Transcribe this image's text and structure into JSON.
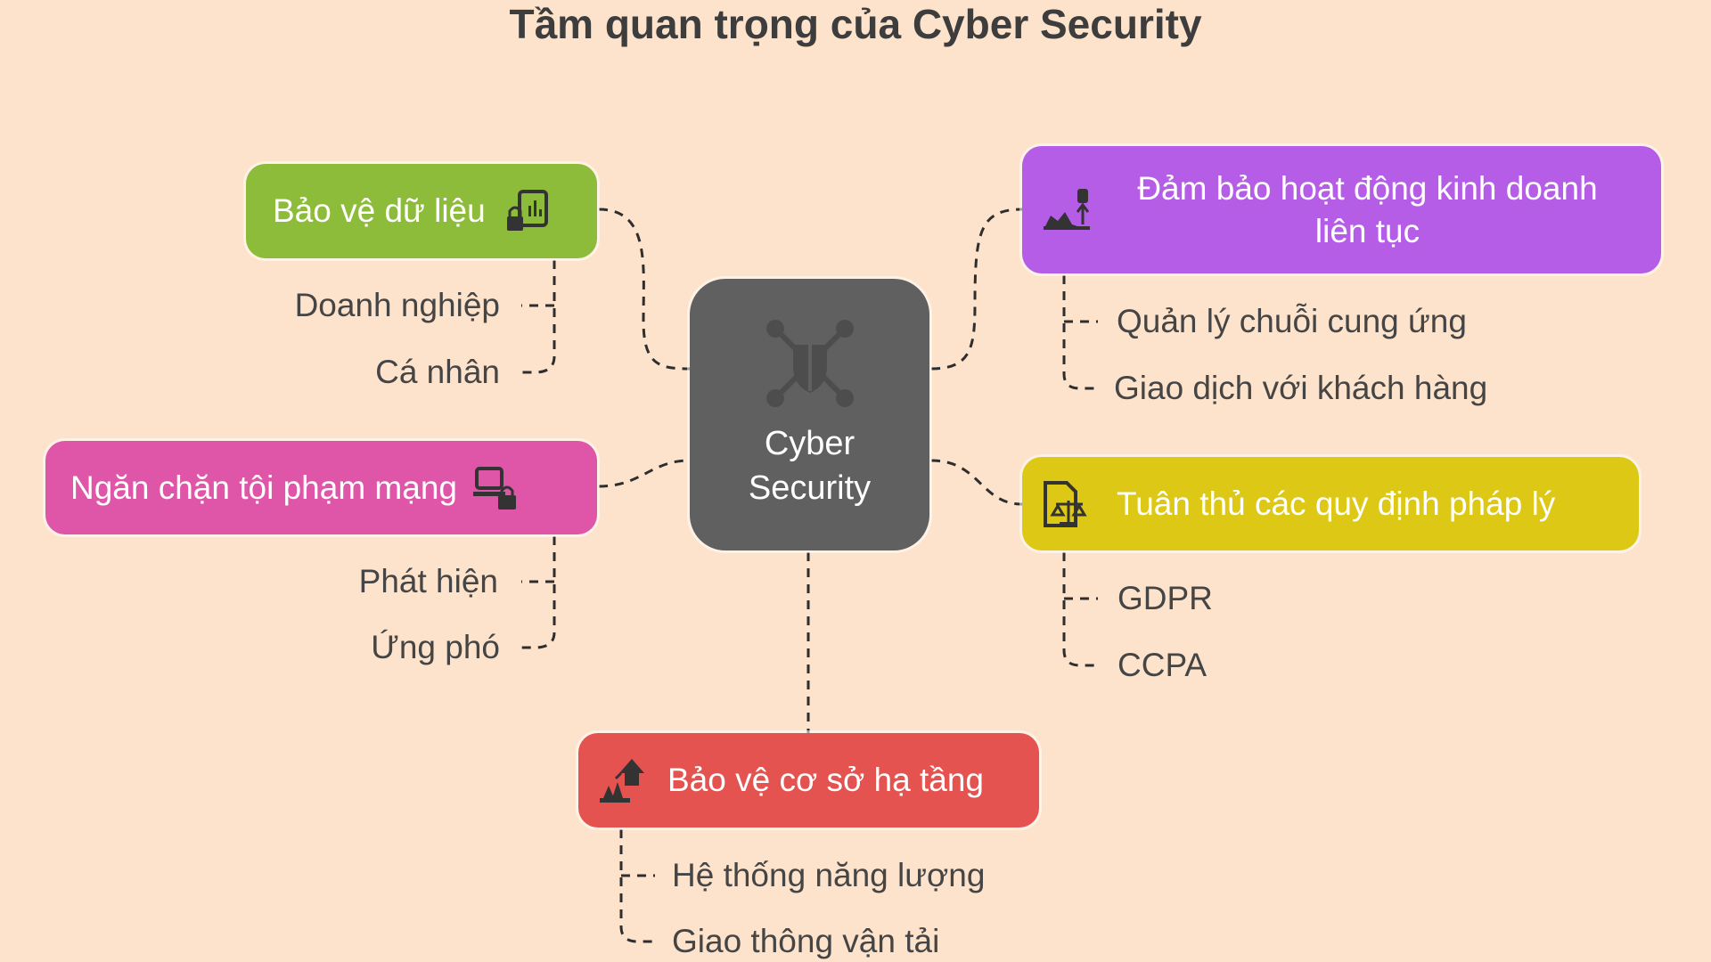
{
  "title": "Tầm quan trọng của Cyber Security",
  "center": {
    "line1": "Cyber",
    "line2": "Security",
    "icon": "shield-network-icon"
  },
  "colors": {
    "background": "#fde3cb",
    "center": "#606060",
    "green": "#8dbb3a",
    "purple": "#b65de8",
    "pink": "#df56a9",
    "yellow": "#dcc815",
    "red": "#e4534f"
  },
  "branches": {
    "data_protection": {
      "label": "Bảo vệ dữ liệu",
      "icon": "lock-chart-icon",
      "items": [
        "Doanh nghiệp",
        "Cá nhân"
      ]
    },
    "crime_prevention": {
      "label": "Ngăn chặn tội phạm mạng",
      "icon": "computer-lock-icon",
      "items": [
        "Phát hiện",
        "Ứng phó"
      ]
    },
    "business_continuity": {
      "label": "Đảm bảo hoạt động kinh doanh",
      "label2": "liên tục",
      "icon": "business-growth-icon",
      "items": [
        "Quản lý chuỗi cung ứng",
        "Giao dịch với khách hàng"
      ]
    },
    "compliance": {
      "label": "Tuân thủ các quy định pháp lý",
      "icon": "legal-document-icon",
      "items": [
        "GDPR",
        "CCPA"
      ]
    },
    "infrastructure": {
      "label": "Bảo vệ cơ sở hạ tầng",
      "icon": "infrastructure-icon",
      "items": [
        "Hệ thống năng lượng",
        "Giao thông vận tải"
      ]
    }
  }
}
